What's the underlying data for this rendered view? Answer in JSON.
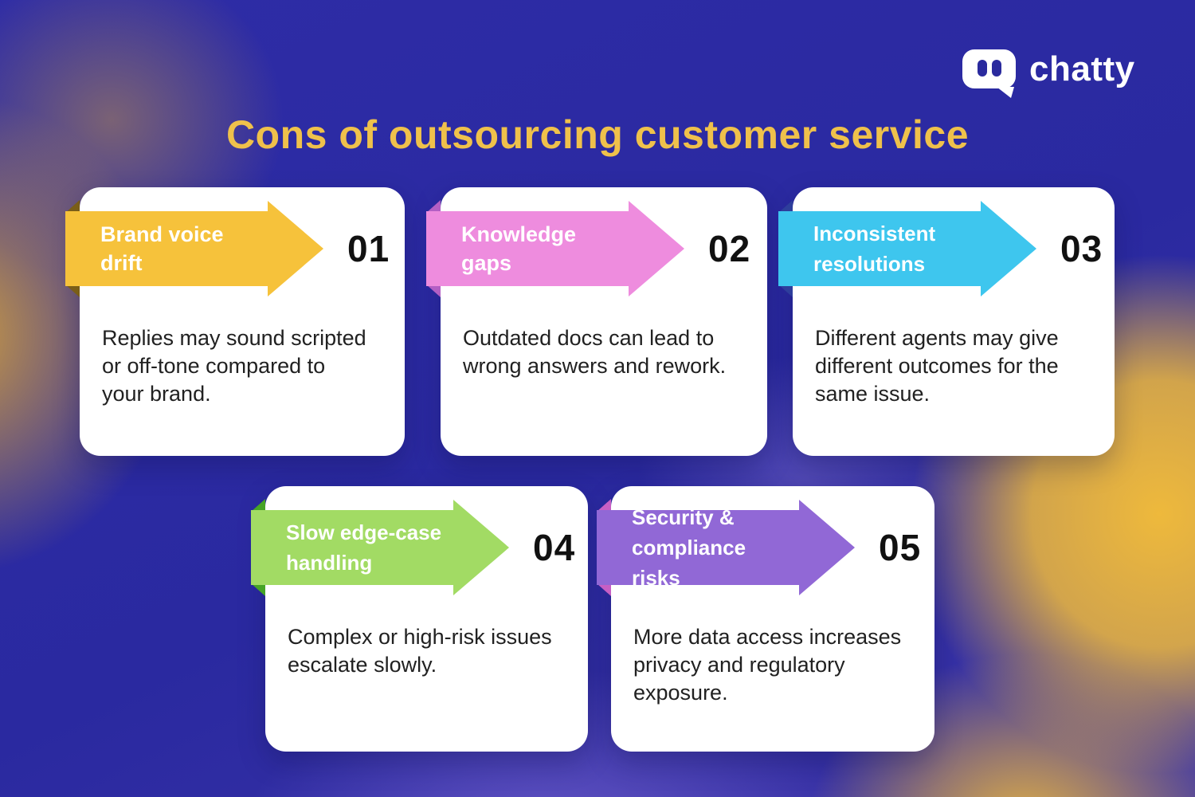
{
  "logo": {
    "brand": "chatty"
  },
  "title": "Cons of outsourcing customer service",
  "colors": {
    "background_blue": "#2A29A0",
    "glow_gold": "#EEB93C",
    "title_gold": "#EFC14B",
    "card_white": "#FFFFFF",
    "number_black": "#111111",
    "body_text": "#212121"
  },
  "cards": [
    {
      "number": "01",
      "label": "Brand voice drift",
      "description": "Replies may sound scripted\nor off-tone compared to\nyour brand.",
      "arrow_color": "#F6C23B",
      "fold_color": "#7A5E18"
    },
    {
      "number": "02",
      "label": "Knowledge gaps",
      "description": "Outdated docs can lead to\nwrong answers and rework.",
      "arrow_color": "#EE8CDE",
      "fold_color": "#B35FC4"
    },
    {
      "number": "03",
      "label": "Inconsistent\nresolutions",
      "description": "Different agents may give\ndifferent outcomes for the\nsame issue.",
      "arrow_color": "#3EC6EE",
      "fold_color": "#2E3E9C"
    },
    {
      "number": "04",
      "label": "Slow edge-case\nhandling",
      "description": "Complex or high-risk issues\nescalate slowly.",
      "arrow_color": "#A2DB64",
      "fold_color": "#46A426"
    },
    {
      "number": "05",
      "label": "Security &\ncompliance risks",
      "description": "More data access increases\nprivacy and regulatory\nexposure.",
      "arrow_color": "#9168D6",
      "fold_color": "#C75FC4"
    }
  ]
}
